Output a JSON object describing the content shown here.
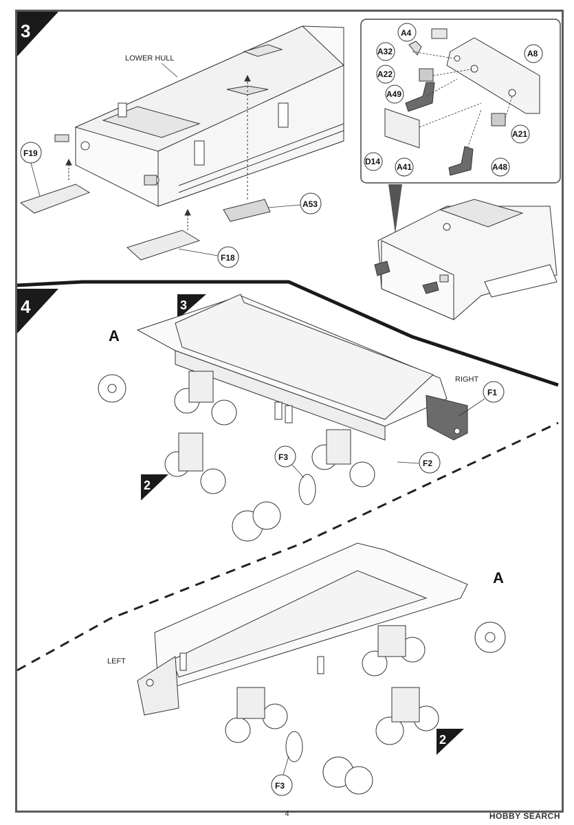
{
  "page_number": "4",
  "watermark": "HOBBY SEARCH",
  "step3": {
    "step_number": "3",
    "title_label": "LOWER HULL",
    "callouts": {
      "f19": "F19",
      "f18": "F18",
      "a53": "A53"
    },
    "inset": {
      "a4": "A4",
      "a32": "A32",
      "a22": "A22",
      "a49": "A49",
      "d14": "D14",
      "a41": "A41",
      "a8": "A8",
      "a21": "A21",
      "a48": "A48"
    }
  },
  "step4": {
    "step_number": "4",
    "ref_step_3": "3",
    "ref_step_2_top": "2",
    "ref_step_2_bottom": "2",
    "right_label": "RIGHT",
    "left_label": "LEFT",
    "wheel_a_top": "A",
    "wheel_a_bottom": "A",
    "callouts": {
      "f1": "F1",
      "f3_top": "F3",
      "f2": "F2",
      "f3_bottom": "F3"
    }
  }
}
